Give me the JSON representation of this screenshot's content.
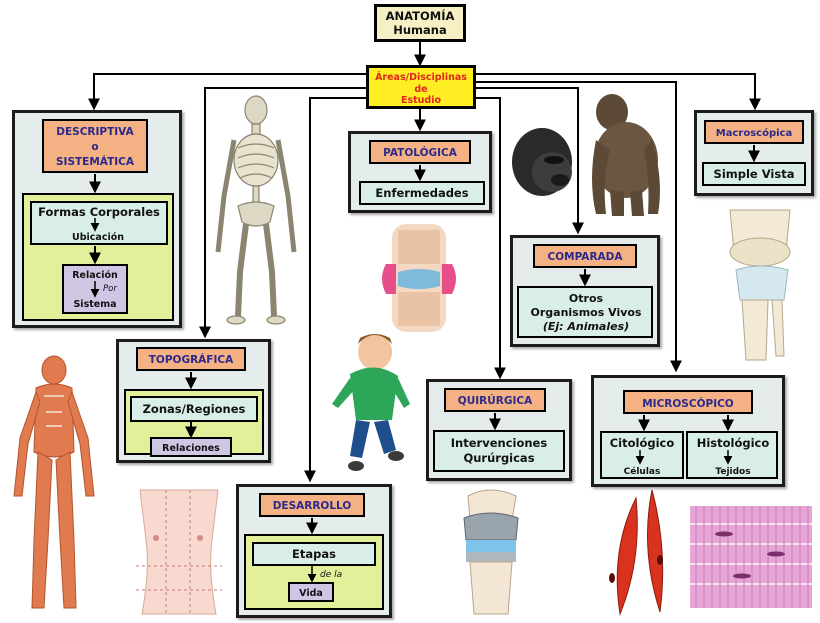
{
  "root": {
    "line1": "ANATOMÍA",
    "line2": "Humana"
  },
  "hub": {
    "line1": "Áreas/Disciplinas",
    "line2": "de",
    "line3": "Estudio"
  },
  "descriptiva": {
    "title1": "DESCRIPTIVA",
    "title2": "o",
    "title3": "SISTEMÁTICA",
    "formas": "Formas Corporales",
    "ubicacion": "Ubicación",
    "relacion": "Relación",
    "por": "Por",
    "sistema": "Sistema"
  },
  "topografica": {
    "title": "TOPOGRÁFICA",
    "zonas": "Zonas/Regiones",
    "relaciones": "Relaciones"
  },
  "desarrollo": {
    "title": "DESARROLLO",
    "etapas": "Etapas",
    "dela": "de la",
    "vida": "Vida"
  },
  "patologica": {
    "title": "PATOLÓGICA",
    "enfermedades": "Enfermedades"
  },
  "comparada": {
    "title": "COMPARADA",
    "line1": "Otros",
    "line2": "Organismos Vivos",
    "line3": "(Ej: Animales)"
  },
  "quirurgica": {
    "title": "QUIRÚRGICA",
    "line1": "Intervenciones",
    "line2": "Qurúrgicas"
  },
  "macroscopica": {
    "title": "Macroscópica",
    "simple": "Simple Vista"
  },
  "microscopico": {
    "title": "MICROSCÓPICO",
    "citologico": "Citológico",
    "celulas": "Células",
    "histologico": "Histológico",
    "tejidos": "Tejidos"
  },
  "colors": {
    "title_box": "#f4b183",
    "title_text": "#2b2a8c",
    "panel": "#e4edec",
    "sub_box": "#d8eee6",
    "yellow_box": "#e3f09a",
    "lilac_box": "#cfc6e4",
    "hub_fill": "#ffee22",
    "hub_text": "#e0261b",
    "root_fill": "#f7f0c4"
  },
  "illustrations": [
    "skeleton",
    "gorilla-head",
    "gorilla",
    "knee-joint",
    "arthritis-joint",
    "child-running",
    "muscle-body",
    "torso-regions",
    "knee-prosthesis",
    "muscle-cells",
    "muscle-tissue"
  ]
}
